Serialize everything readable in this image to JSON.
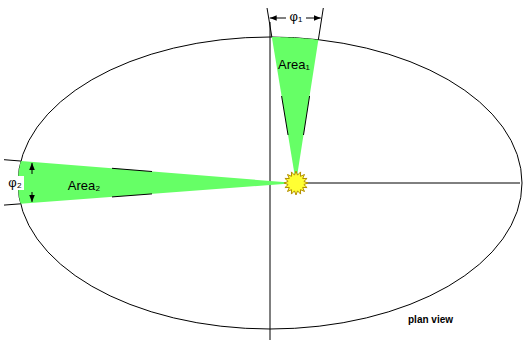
{
  "diagram": {
    "nodes": [
      {
        "text": [
          "Area₁"
        ]
      },
      {
        "text": [
          "Area₂"
        ]
      }
    ],
    "labels": [
      "φ₁",
      "φ₂",
      "plan view"
    ]
  }
}
